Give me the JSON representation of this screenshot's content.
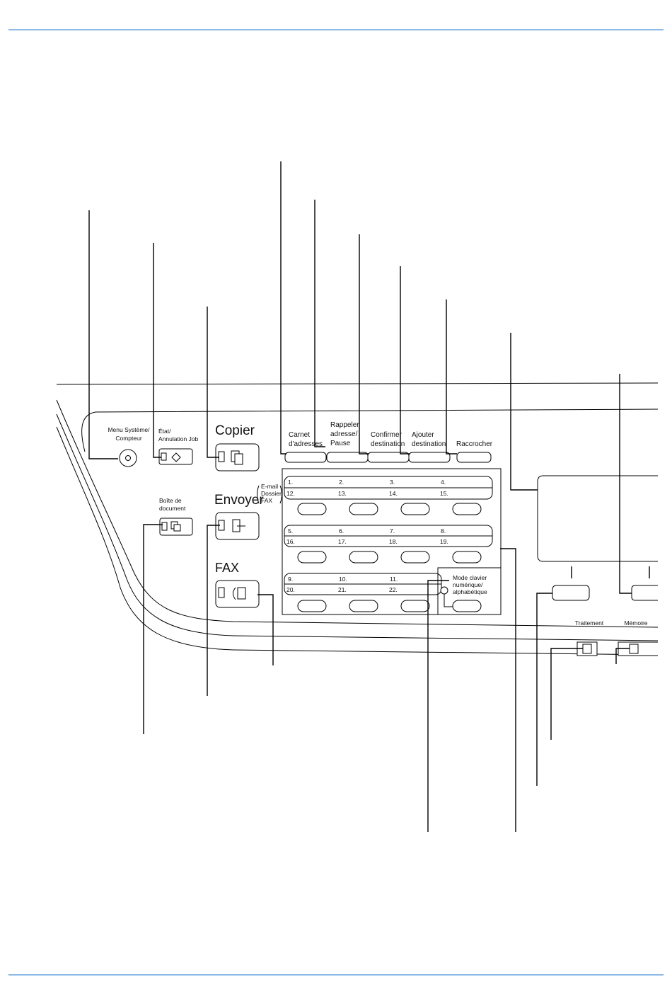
{
  "colors": {
    "rule": "#4a90d9",
    "ink": "#000000",
    "paper": "#ffffff"
  },
  "panel": {
    "menu_systeme_1": "Menu Système/",
    "menu_systeme_2": "Compteur",
    "etat_1": "État/",
    "etat_2": "Annulation Job",
    "copier": "Copier",
    "boite_1": "Boîte de",
    "boite_2": "document",
    "envoyer": "Envoyer",
    "envoyer_sub_1": "E-mail",
    "envoyer_sub_2": "Dossier",
    "envoyer_sub_3": "FAX",
    "fax": "FAX",
    "carnet_1": "Carnet",
    "carnet_2": "d'adresses",
    "rappeler_1": "Rappeler",
    "rappeler_2": "adresse/",
    "rappeler_3": "Pause",
    "confirmer_1": "Confirmer",
    "confirmer_2": "destination",
    "ajouter_1": "Ajouter",
    "ajouter_2": "destination",
    "raccrocher": "Raccrocher",
    "mode_1": "Mode clavier",
    "mode_2": "numérique/",
    "mode_3": "alphabétique",
    "traitement": "Traitement",
    "memoire": "Mémoire"
  },
  "one_touch": {
    "row1_top": [
      "1.",
      "2.",
      "3.",
      "4."
    ],
    "row1_bottom": [
      "12.",
      "13.",
      "14.",
      "15."
    ],
    "row2_top": [
      "5.",
      "6.",
      "7.",
      "8."
    ],
    "row2_bottom": [
      "16.",
      "17.",
      "18.",
      "19."
    ],
    "row3_top": [
      "9.",
      "10.",
      "11."
    ],
    "row3_bottom": [
      "20.",
      "21.",
      "22."
    ]
  }
}
